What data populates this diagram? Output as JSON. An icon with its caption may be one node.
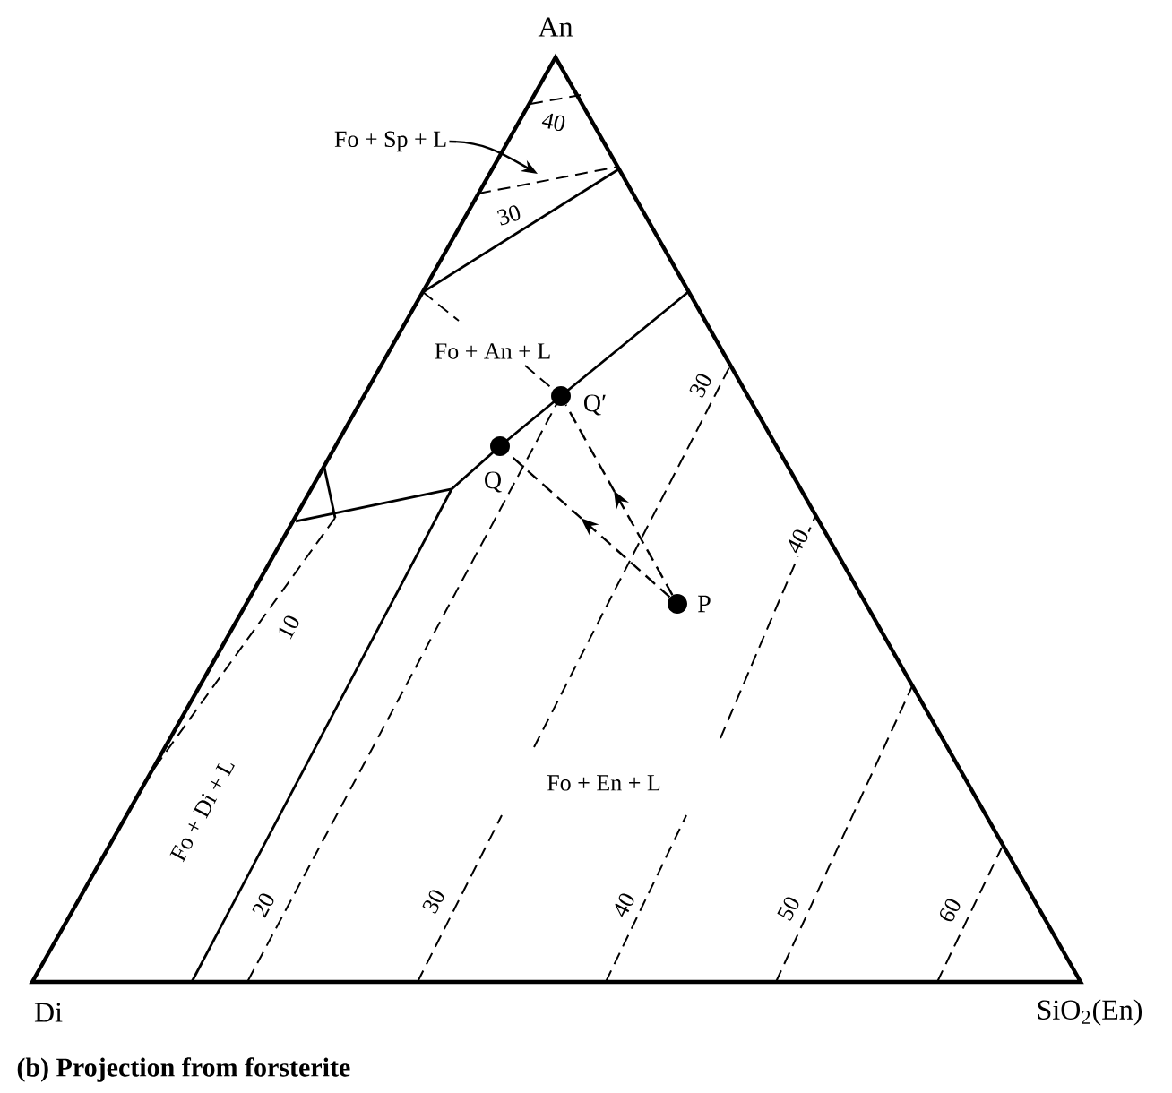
{
  "diagram": {
    "caption": "(b) Projection from forsterite",
    "nodes": [
      {
        "text": [
          "Fo + Sp + L"
        ]
      },
      {
        "text": [],
        "shape": "circle",
        "beside": [
          "Q′"
        ]
      },
      {
        "text": [],
        "shape": "circle",
        "beside": [
          "Q"
        ]
      },
      {
        "text": [],
        "shape": "circle",
        "beside": [
          "P"
        ]
      }
    ],
    "edges": [
      {
        "from": 0,
        "to": null,
        "arrow": "to"
      },
      {
        "from": 3,
        "to": 2,
        "arrow": "to",
        "style": "dashed"
      },
      {
        "from": 3,
        "to": 1,
        "arrow": "to",
        "style": "dashed"
      }
    ],
    "labels": [
      "An",
      "40",
      "30",
      "Fo + An + L",
      "30",
      "40",
      "10",
      "Fo + En + L",
      "Fo + Di + L",
      "20",
      "30",
      "40",
      "50",
      "60",
      "Di",
      "SiO$_{2}$(En)"
    ]
  }
}
